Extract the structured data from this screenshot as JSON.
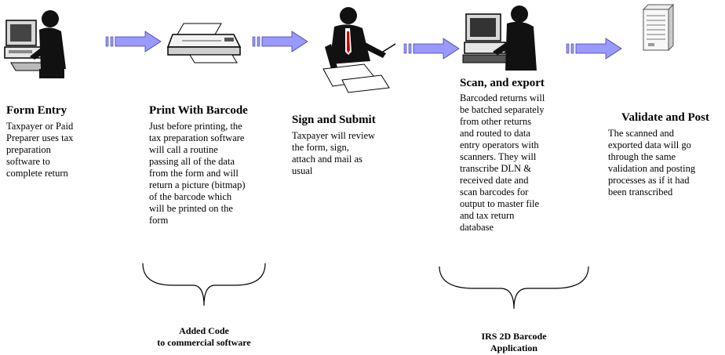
{
  "stages": [
    {
      "title": "Form Entry",
      "icon": "person-at-computer-icon",
      "description": [
        "Taxpayer or Paid",
        " Preparer uses tax",
        " preparation",
        " software to",
        " complete return"
      ]
    },
    {
      "title": "Print With Barcode",
      "icon": "printer-icon",
      "description": [
        "Just before printing, the",
        " tax preparation software",
        " will call a routine",
        " passing all of the data",
        " from the form and will",
        " return a picture (bitmap)",
        " of the barcode which",
        " will be printed on the",
        " form"
      ]
    },
    {
      "title": "Sign and Submit",
      "icon": "person-signing-icon",
      "description": [
        "Taxpayer will review",
        " the form, sign,",
        " attach and mail as",
        " usual"
      ]
    },
    {
      "title": "Scan, and export",
      "icon": "scanner-operator-icon",
      "description": [
        "Barcoded returns will",
        " be batched separately",
        " from other returns",
        " and routed to data",
        " entry operators with",
        " scanners.  They will",
        " transcribe DLN &",
        " received date and",
        " scan barcodes for",
        " output to master file",
        " and tax return",
        " database"
      ]
    },
    {
      "title": "Validate and Post",
      "icon": "server-icon",
      "description": [
        "The scanned and",
        "exported data will go",
        "through the same",
        "validation and posting",
        "processes as if it had",
        "been transcribed"
      ]
    }
  ],
  "brace_labels": [
    [
      "Added Code",
      "to commercial software"
    ],
    [
      "IRS 2D Barcode",
      "Application"
    ]
  ],
  "arrow_color": "#9999ff"
}
